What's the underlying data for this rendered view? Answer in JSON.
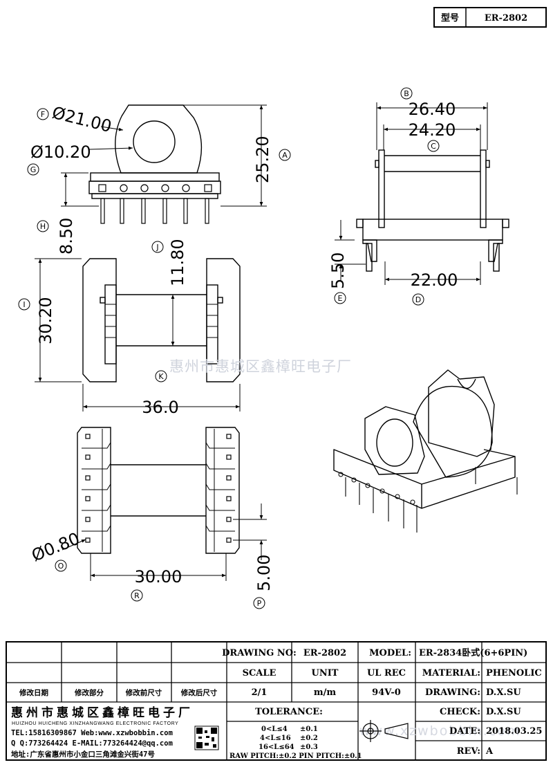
{
  "title_block": {
    "type_label": "型号",
    "part_number": "ER-2802"
  },
  "dimensions": {
    "outer_diameter": "Ø21.00",
    "inner_diameter": "Ø10.20",
    "total_height": "25.20",
    "pin_length": "8.50",
    "width_outer": "26.40",
    "width_inner": "24.20",
    "pin_offset": "5.50",
    "base_width": "22.00",
    "bobbin_height": "30.20",
    "window_height": "11.80",
    "total_length": "36.0",
    "pin_hole": "Ø0.80",
    "row_spacing": "30.00",
    "pin_pitch": "5.00"
  },
  "callouts": [
    "A",
    "B",
    "C",
    "D",
    "E",
    "F",
    "G",
    "H",
    "I",
    "J",
    "K",
    "O",
    "P",
    "R"
  ],
  "watermark": "惠州市惠城区鑫樟旺电子厂",
  "footer_watermark": "www.xzwbobbin.com",
  "table": {
    "drawing_no_label": "DRAWING NO:",
    "drawing_no": "ER-2802",
    "model_label": "MODEL:",
    "model": "ER-2834卧式(6+6PIN)",
    "scale_label": "SCALE",
    "unit_label": "UNIT",
    "ul_label": "UL REC",
    "material_label": "MATERIAL:",
    "material": "PHENOLIC",
    "scale": "2/1",
    "unit": "m/m",
    "ul": "94V-0",
    "drawing_label": "DRAWING:",
    "drawing": "D.X.SU",
    "check_label": "CHECK:",
    "check": "D.X.SU",
    "date_label": "DATE:",
    "date": "2018.03.25",
    "rev_label": "REV:",
    "rev": "A",
    "rev_cols": [
      "修改日期",
      "修改部分",
      "修改前尺寸",
      "修改后尺寸"
    ],
    "tolerance_label": "TOLERANCE:",
    "tol_rows": [
      {
        "range": "0<L≤4",
        "tol": "±0.1"
      },
      {
        "range": "4<L≤16",
        "tol": "±0.2"
      },
      {
        "range": "16<L≤64",
        "tol": "±0.3"
      }
    ],
    "pitch_note": "RAW PITCH:±0.2 PIN PITCH:±0.1"
  },
  "company": {
    "name_cn": "惠州市惠城区鑫樟旺电子厂",
    "name_en": "HUIZHOU HUICHENG XINZHANGWANG ELECTRONIC FACTORY",
    "tel": "TEL:15816309867 Web:www.xzwbobbin.com",
    "qq": "Q Q:773264424 E-MAIL:773264424@qq.com",
    "address": "地址:广东省惠州市小金口三角滩金兴街47号"
  }
}
